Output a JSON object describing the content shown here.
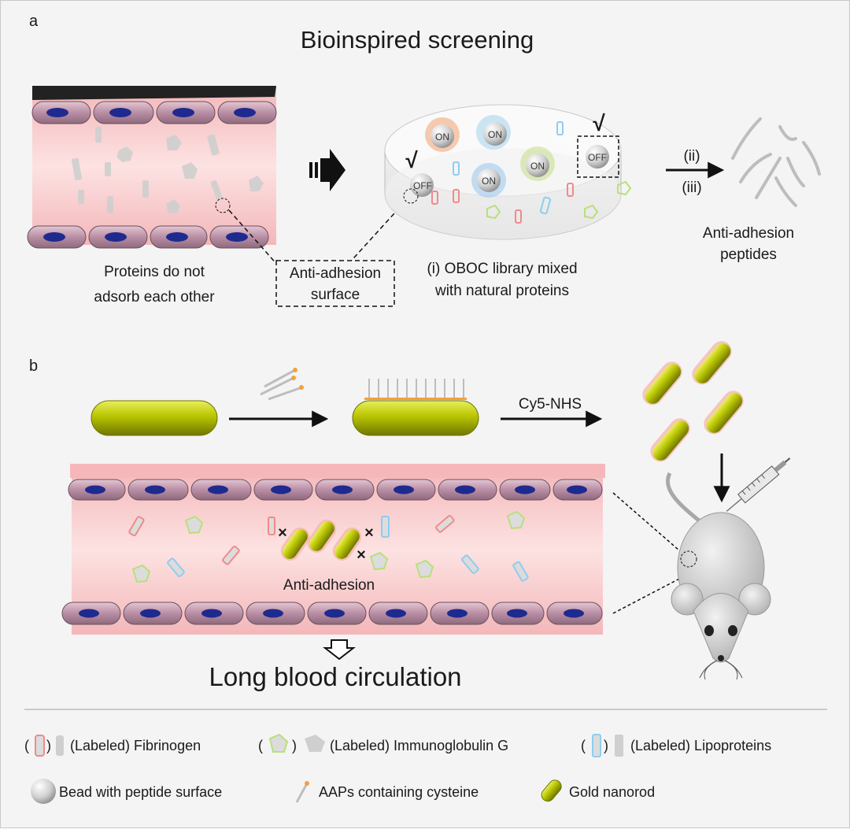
{
  "panel_a": {
    "letter": "a",
    "title": "Bioinspired screening",
    "vessel_caption_line1": "Proteins do not",
    "vessel_caption_line2": "adsorb each other",
    "surface_box_line1": "Anti-adhesion",
    "surface_box_line2": "surface",
    "dish_caption_line1": "(i) OBOC library mixed",
    "dish_caption_line2": "with natural proteins",
    "step_ii": "(ii)",
    "step_iii": "(iii)",
    "peptides_line1": "Anti-adhesion",
    "peptides_line2": "peptides",
    "bead_on": "ON",
    "bead_off": "OFF",
    "check": "√"
  },
  "panel_b": {
    "letter": "b",
    "reagent": "Cy5-NHS",
    "anti_adhesion": "Anti-adhesion",
    "cross": "×",
    "result": "Long blood circulation"
  },
  "legend": {
    "fibrinogen": "(Labeled) Fibrinogen",
    "igg": "(Labeled) Immunoglobulin G",
    "lipoproteins": "(Labeled) Lipoproteins",
    "bead": "Bead with peptide surface",
    "aaps": "AAPs containing cysteine",
    "nanorod": "Gold nanorod",
    "paren_open": "(",
    "paren_close": ")"
  },
  "colors": {
    "vessel_pink": "#f8cfd0",
    "cell_mauve": "#c49aae",
    "nucleus_blue": "#1f2a8f",
    "nanorod_yellow": "#b8c400",
    "fibrinogen_glow": "#f08a8a",
    "igg_glow": "#b8e07a",
    "lipo_glow": "#8ecdf0"
  }
}
